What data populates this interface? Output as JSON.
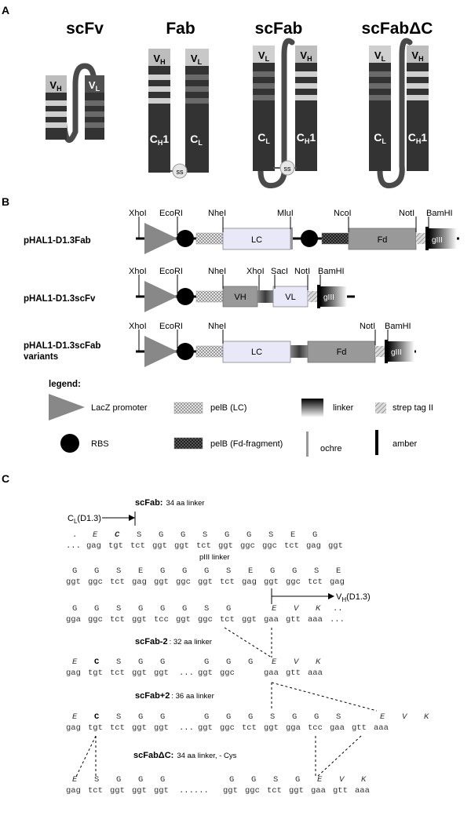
{
  "panel_a": {
    "label": "A",
    "titles": [
      "scFv",
      "Fab",
      "scFab",
      "scFabΔC"
    ],
    "domains": {
      "vh": "V",
      "vh_sub": "H",
      "vl": "V",
      "vl_sub": "L",
      "ch1": "C",
      "ch1_sub": "H",
      "ch1_tail": "1",
      "cl": "C",
      "cl_sub": "L"
    },
    "ss": "ss"
  },
  "panel_b": {
    "label": "B",
    "constructs": [
      {
        "name": "pHAL1-D1.3Fab"
      },
      {
        "name": "pHAL1-D1.3scFv"
      },
      {
        "name": "pHAL1-D1.3scFab",
        "name2": "variants"
      }
    ],
    "sites": {
      "xhoi": "XhoI",
      "ecori": "EcoRI",
      "nhei": "NheI",
      "mlui": "MluI",
      "ncoi": "NcoI",
      "noti": "NotI",
      "bamhi": "BamHI",
      "saci": "SacI"
    },
    "boxes": {
      "lc": "LC",
      "fd": "Fd",
      "vh": "VH",
      "vl": "VL",
      "giii": "gIII"
    },
    "legend": {
      "title": "legend:",
      "items": [
        "LacZ promoter",
        "pelB (LC)",
        "linker",
        "strep tag II",
        "RBS",
        "pelB (Fd-fragment)",
        "ochre",
        "amber"
      ]
    }
  },
  "panel_c": {
    "label": "C",
    "scfab_title": "scFab:",
    "scfab_sub": "34 aa linker",
    "cl_marker": "C",
    "cl_marker_sub": "L",
    "cl_marker_tail": "(D1.3)",
    "piii_linker": "pIII linker",
    "vh_marker": "V",
    "vh_marker_sub": "H",
    "vh_marker_tail": "(D1.3)",
    "rows": [
      {
        "aa": [
          ".",
          "E",
          "C",
          "S",
          "G",
          "G",
          "S",
          "G",
          "G",
          "S",
          "E",
          "G"
        ],
        "nt": [
          "...",
          "gag",
          "tgt",
          "tct",
          "ggt",
          "ggt",
          "tct",
          "ggt",
          "ggc",
          "ggc",
          "tct",
          "gag",
          "ggt"
        ]
      },
      {
        "aa": [
          "G",
          "G",
          "S",
          "E",
          "G",
          "G",
          "G",
          "S",
          "E",
          "G",
          "G",
          "S",
          "E"
        ],
        "nt": [
          "ggt",
          "ggc",
          "tct",
          "gag",
          "ggt",
          "ggc",
          "ggt",
          "tct",
          "gag",
          "ggt",
          "ggc",
          "tct",
          "gag"
        ]
      },
      {
        "aa": [
          "G",
          "G",
          "S",
          "G",
          "G",
          "G",
          "S",
          "G",
          "E",
          "V",
          "K",
          ".."
        ],
        "nt": [
          "gga",
          "ggc",
          "tct",
          "ggt",
          "tcc",
          "ggt",
          "ggc",
          "tct",
          "ggt",
          "gaa",
          "gtt",
          "aaa",
          "..."
        ]
      }
    ],
    "m2_title": "scFab-2",
    "m2_sub": ": 32 aa linker",
    "m2": {
      "aa": [
        "E",
        "C",
        "S",
        "G",
        "G",
        "G",
        "G",
        "G",
        "E",
        "V",
        "K"
      ],
      "nt": [
        "gag",
        "tgt",
        "tct",
        "ggt",
        "ggt",
        "...",
        "ggt",
        "ggc",
        "gaa",
        "gtt",
        "aaa"
      ]
    },
    "p2_title": "scFab+2",
    "p2_sub": ": 36 aa linker",
    "p2": {
      "aa": [
        "E",
        "C",
        "S",
        "G",
        "G",
        "G",
        "G",
        "G",
        "S",
        "G",
        "G",
        "S",
        "E",
        "V",
        "K"
      ],
      "nt": [
        "gag",
        "tgt",
        "tct",
        "ggt",
        "ggt",
        "...",
        "ggt",
        "ggc",
        "tct",
        "ggt",
        "gga",
        "tcc",
        "gaa",
        "gtt",
        "aaa"
      ]
    },
    "dc_title": "scFabΔC:",
    "dc_sub": "34 aa linker,  - Cys",
    "dc": {
      "aa": [
        "E",
        "S",
        "G",
        "G",
        "G",
        "G",
        "G",
        "S",
        "G",
        "E",
        "V",
        "K"
      ],
      "nt": [
        "gag",
        "tct",
        "ggt",
        "ggt",
        "ggt",
        "......",
        "ggt",
        "ggc",
        "tct",
        "ggt",
        "gaa",
        "gtt",
        "aaa"
      ]
    }
  }
}
